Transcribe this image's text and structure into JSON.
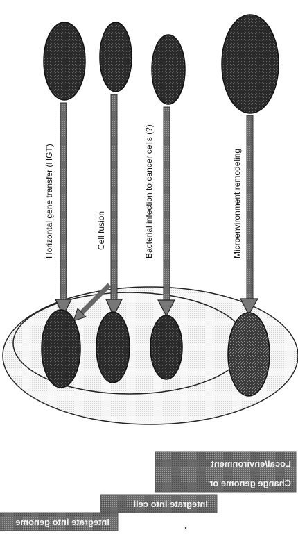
{
  "figure": {
    "arrows": [
      {
        "label": "Horizontal gene transfer (HGT)"
      },
      {
        "label": "Cell fusion"
      },
      {
        "label": "Bacterial infection to cancer cells (?)"
      },
      {
        "label": "Microenvironment remodeling"
      }
    ],
    "boxes": [
      {
        "text": "Integrate into genome"
      },
      {
        "text": "Integrate into cell"
      },
      {
        "text": "Change genome or"
      },
      {
        "text": "Local/environment"
      }
    ]
  }
}
